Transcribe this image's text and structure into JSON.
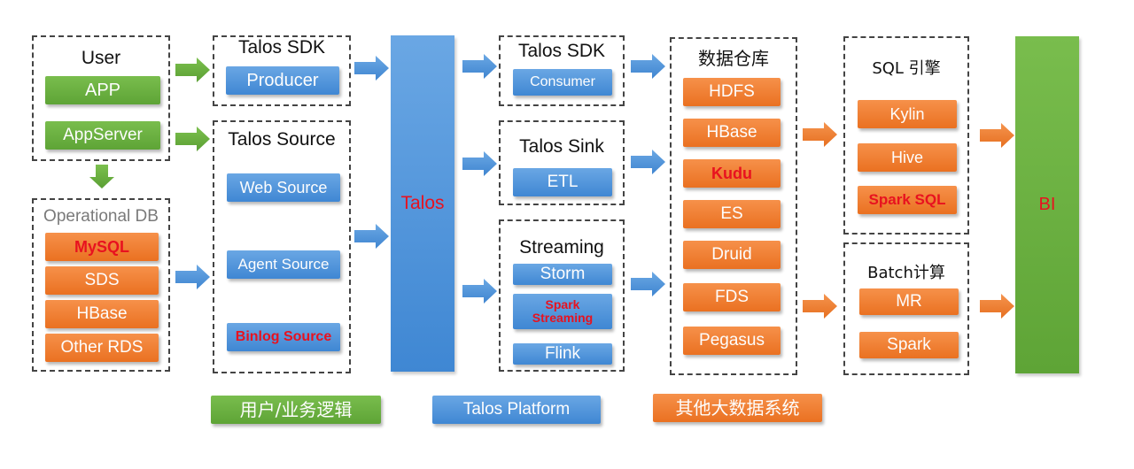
{
  "user_group": {
    "title": "User",
    "items": [
      {
        "label": "APP"
      },
      {
        "label": "AppServer"
      }
    ]
  },
  "operational_db": {
    "title": "Operational DB",
    "items": [
      {
        "label": "MySQL",
        "highlight": true
      },
      {
        "label": "SDS"
      },
      {
        "label": "HBase"
      },
      {
        "label": "Other RDS"
      }
    ]
  },
  "talos_sdk_producer": {
    "title": "Talos SDK",
    "items": [
      {
        "label": "Producer"
      }
    ]
  },
  "talos_source": {
    "title": "Talos Source",
    "items": [
      {
        "label": "Web Source"
      },
      {
        "label": "Agent Source"
      },
      {
        "label": "Binlog Source",
        "highlight": true
      }
    ]
  },
  "talos_core": {
    "label": "Talos"
  },
  "talos_sdk_consumer": {
    "title": "Talos SDK",
    "items": [
      {
        "label": "Consumer"
      }
    ]
  },
  "talos_sink": {
    "title": "Talos Sink",
    "items": [
      {
        "label": "ETL"
      }
    ]
  },
  "streaming": {
    "title": "Streaming",
    "items": [
      {
        "label": "Storm"
      },
      {
        "label": "Spark Streaming",
        "line1": "Spark",
        "line2": "Streaming",
        "highlight": true
      },
      {
        "label": "Flink"
      }
    ]
  },
  "data_warehouse": {
    "title": "数据仓库",
    "items": [
      {
        "label": "HDFS"
      },
      {
        "label": "HBase"
      },
      {
        "label": "Kudu",
        "highlight": true
      },
      {
        "label": "ES"
      },
      {
        "label": "Druid"
      },
      {
        "label": "FDS"
      },
      {
        "label": "Pegasus"
      }
    ]
  },
  "sql_engine": {
    "title": "SQL 引擎",
    "items": [
      {
        "label": "Kylin"
      },
      {
        "label": "Hive"
      },
      {
        "label": "Spark SQL",
        "highlight": true
      }
    ]
  },
  "batch_compute": {
    "title": "Batch计算",
    "items": [
      {
        "label": "MR"
      },
      {
        "label": "Spark"
      }
    ]
  },
  "bi": {
    "label": "BI"
  },
  "legend": [
    {
      "label": "用户/业务逻辑",
      "color": "#6aae3f"
    },
    {
      "label": "Talos Platform",
      "color": "#4a8fd8"
    },
    {
      "label": "其他大数据系统",
      "color": "#ef7b2d"
    }
  ],
  "colors": {
    "green": "#6aae3f",
    "blue": "#4a8fd8",
    "orange": "#ef7b2d",
    "highlight_text": "#e8121f"
  }
}
